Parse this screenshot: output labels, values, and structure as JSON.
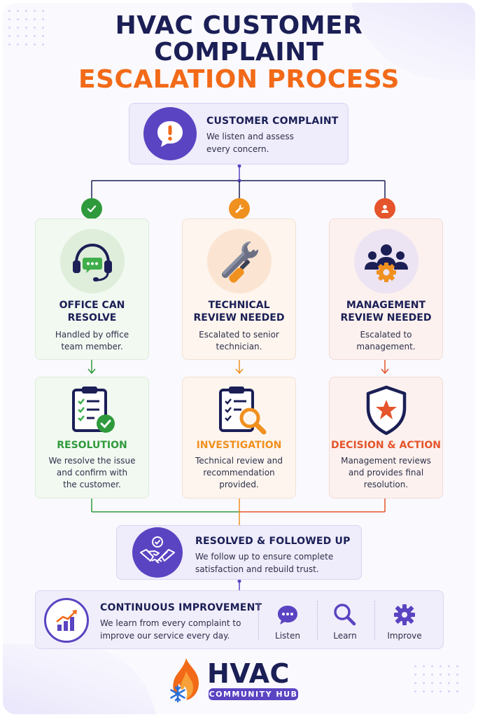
{
  "title": {
    "line1": "HVAC CUSTOMER",
    "line2": "COMPLAINT",
    "line3": "ESCALATION PROCESS"
  },
  "start": {
    "title": "CUSTOMER COMPLAINT",
    "desc_line1": "We listen and assess",
    "desc_line2": "every concern."
  },
  "branches": [
    {
      "title_line1": "OFFICE CAN",
      "title_line2": "RESOLVE",
      "desc_line1": "Handled by office",
      "desc_line2": "team member.",
      "result_title": "RESOLUTION",
      "result_line1": "We resolve the issue",
      "result_line2": "and confirm with",
      "result_line3": "the customer.",
      "color": "#2f9a3c"
    },
    {
      "title_line1": "TECHNICAL",
      "title_line2": "REVIEW NEEDED",
      "desc_line1": "Escalated to senior",
      "desc_line2": "technician.",
      "result_title": "INVESTIGATION",
      "result_line1": "Technical review and",
      "result_line2": "recommendation",
      "result_line3": "provided.",
      "color": "#f0901f"
    },
    {
      "title_line1": "MANAGEMENT",
      "title_line2": "REVIEW NEEDED",
      "desc_line1": "Escalated to",
      "desc_line2": "management.",
      "result_title": "DECISION & ACTION",
      "result_line1": "Management reviews",
      "result_line2": "and provides final",
      "result_line3": "resolution.",
      "color": "#e5542b"
    }
  ],
  "followup": {
    "title": "RESOLVED & FOLLOWED UP",
    "desc_line1": "We follow up to ensure complete",
    "desc_line2": "satisfaction and rebuild trust."
  },
  "improvement": {
    "title": "CONTINUOUS IMPROVEMENT",
    "desc_line1": "We learn from every complaint to",
    "desc_line2": "improve our service every day.",
    "steps": [
      "Listen",
      "Learn",
      "Improve"
    ]
  },
  "logo": {
    "name": "HVAC",
    "tagline": "COMMUNITY HUB"
  },
  "colors": {
    "navy": "#1b1f56",
    "accent_orange": "#f26a18",
    "purple": "#5b44c2",
    "green": "#2f9a3c",
    "orange": "#f0901f",
    "red": "#e5542b"
  }
}
